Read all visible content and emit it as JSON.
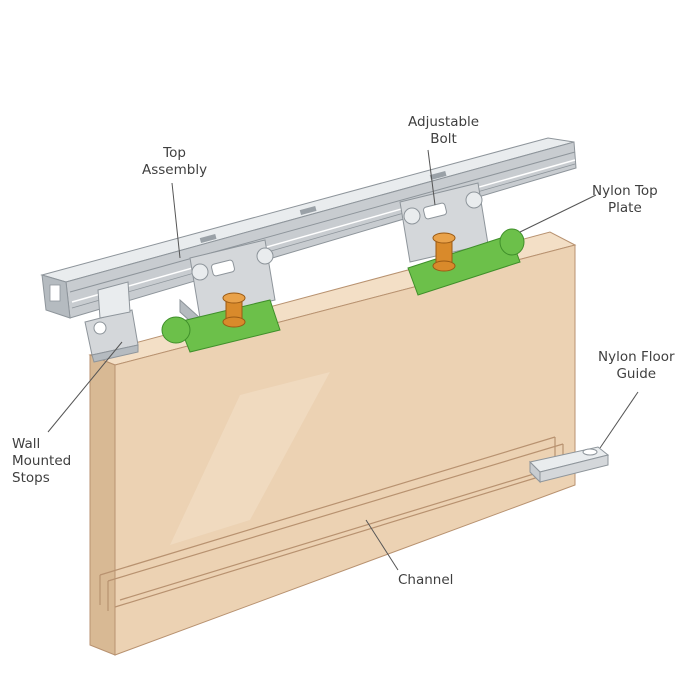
{
  "labels": {
    "top_assembly": [
      "Top",
      "Assembly"
    ],
    "adjustable_bolt": [
      "Adjustable",
      "Bolt"
    ],
    "nylon_top_plate": [
      "Nylon Top",
      "Plate"
    ],
    "nylon_floor_guide": [
      "Nylon Floor",
      "Guide"
    ],
    "wall_mounted_stops": [
      "Wall",
      "Mounted",
      "Stops"
    ],
    "channel": "Channel"
  },
  "colors": {
    "door_front": "#ecd2b3",
    "door_side": "#d8b994",
    "door_top": "#f3dfc6",
    "door_edge": "#b89270",
    "track": "#c8ccd0",
    "track_dark": "#8e959b",
    "bracket": "#d4d7da",
    "nylon_plate": "#6cc04a",
    "nylon_plate_dark": "#3f8f2a",
    "bolt": "#d98a2b",
    "leader_line": "#555555",
    "label_text": "#3f3f3f"
  }
}
